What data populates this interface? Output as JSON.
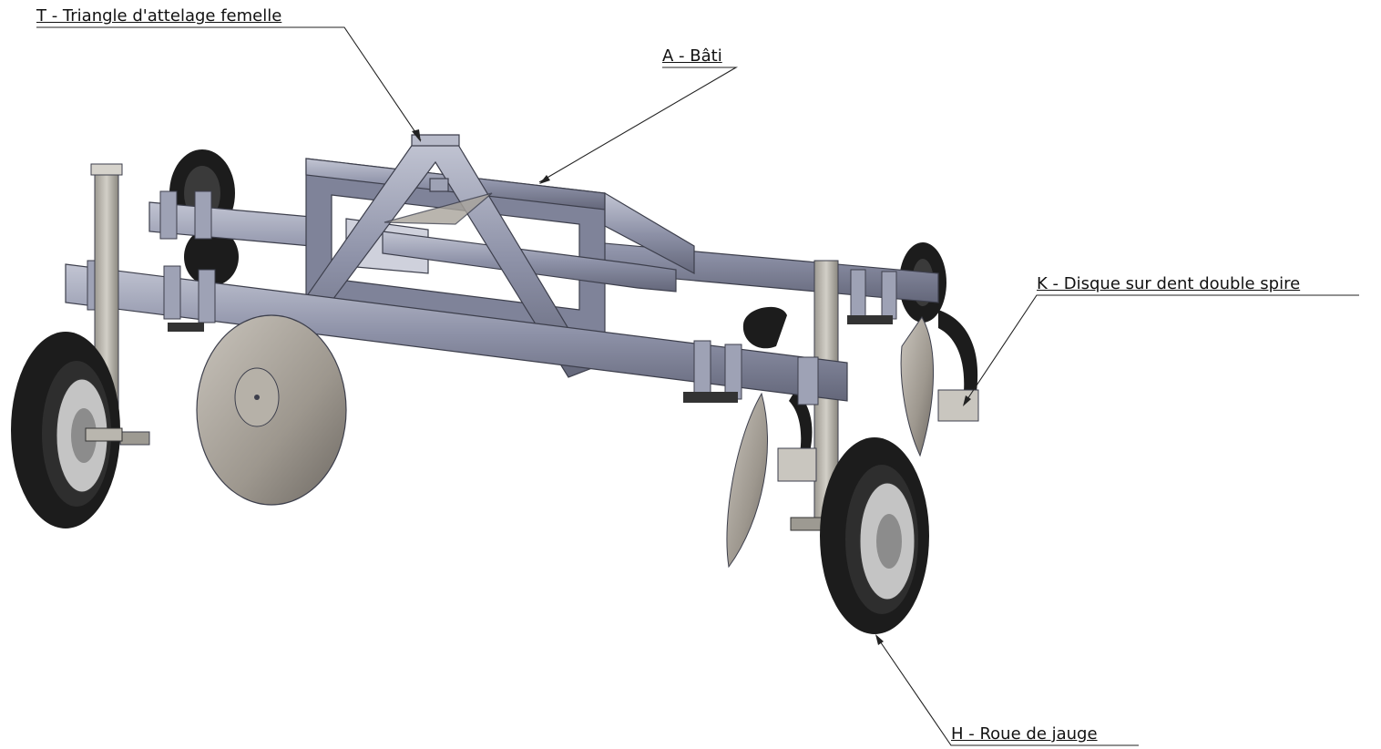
{
  "callouts": {
    "t": "T - Triangle d'attelage femelle",
    "a": "A - Bâti",
    "k": "K - Disque sur dent double spire",
    "h": "H - Roue de jauge"
  },
  "colors": {
    "frame": "#8e92a8",
    "frame_light": "#b4b7c8",
    "frame_dark": "#5c5f72",
    "tire": "#1c1c1c",
    "disc": "#a8a39b",
    "leader": "#222222"
  }
}
